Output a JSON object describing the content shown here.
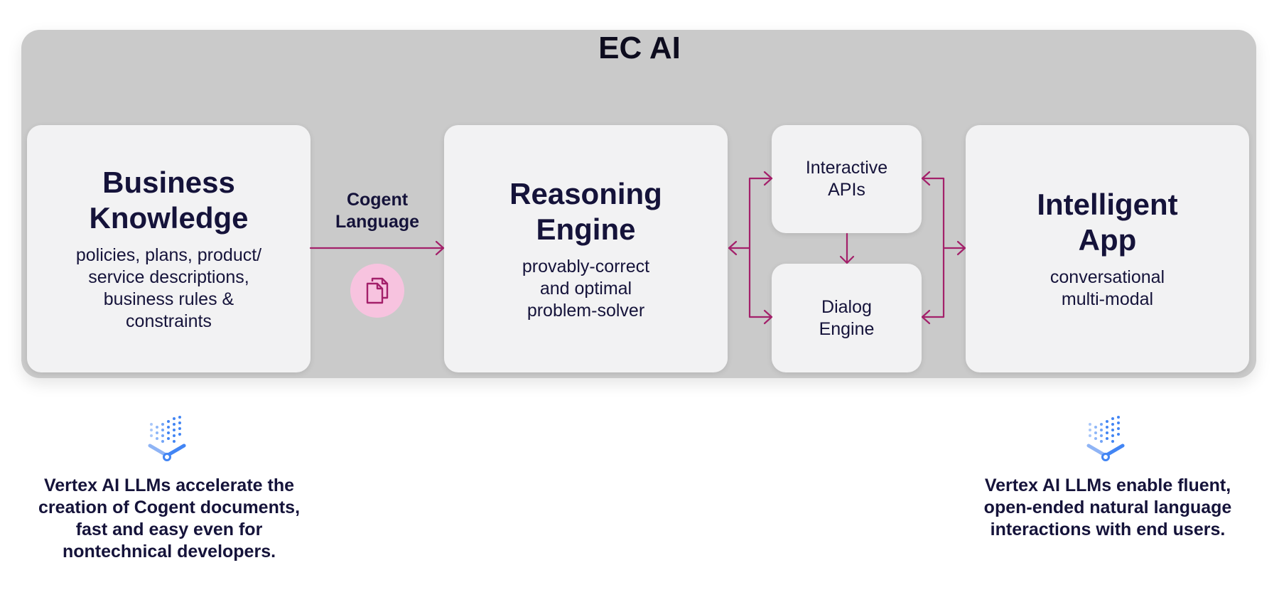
{
  "title": "EC AI",
  "business_knowledge": {
    "title_lines": [
      "Business",
      "Knowledge"
    ],
    "desc_lines": [
      "policies, plans, product/",
      "service descriptions,",
      "business rules &",
      "constraints"
    ]
  },
  "cogent_language": {
    "lines": [
      "Cogent",
      "Language"
    ],
    "icon": "document-copy-icon"
  },
  "reasoning_engine": {
    "title_lines": [
      "Reasoning",
      "Engine"
    ],
    "desc_lines": [
      "provably-correct",
      "and optimal",
      "problem-solver"
    ]
  },
  "interactive_apis": {
    "lines": [
      "Interactive",
      "APIs"
    ]
  },
  "dialog_engine": {
    "lines": [
      "Dialog",
      "Engine"
    ]
  },
  "intelligent_app": {
    "title_lines": [
      "Intelligent",
      "App"
    ],
    "desc_lines": [
      "conversational",
      "multi-modal"
    ]
  },
  "notes": {
    "left": {
      "icon": "vertex-ai-icon",
      "lines": [
        "Vertex AI LLMs accelerate the",
        "creation of Cogent documents,",
        "fast and easy even for",
        "nontechnical developers."
      ]
    },
    "right": {
      "icon": "vertex-ai-icon",
      "lines": [
        "Vertex AI LLMs enable fluent,",
        "open-ended natural language",
        "interactions with end users."
      ]
    }
  },
  "colors": {
    "panel": "#cacaca",
    "card": "#f2f2f3",
    "arrow": "#a3206a",
    "badge": "#f7c3df",
    "text": "#15133a",
    "vertex_blue": "#4285f4"
  }
}
